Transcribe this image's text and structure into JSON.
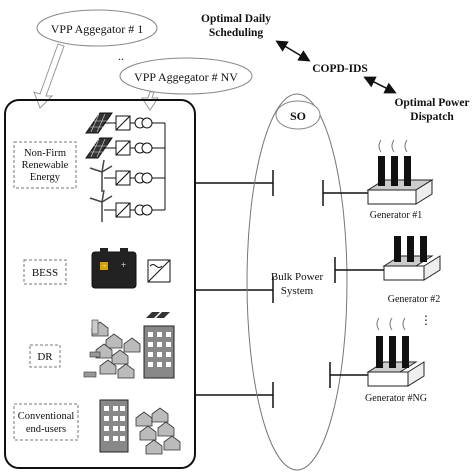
{
  "vpp": {
    "aggregator_1": "VPP Aggegator # 1",
    "aggregator_nv": "VPP Aggegator # NV"
  },
  "resources": {
    "non_firm_renewable": [
      "Non-Firm",
      "Renewable",
      "Energy"
    ],
    "bess": "BESS",
    "dr": "DR",
    "conventional": [
      "Conventional",
      "end-users"
    ]
  },
  "so": {
    "label": "SO",
    "bulk_power_system": [
      "Bulk Power",
      "System"
    ]
  },
  "scheduling": {
    "optimal_daily": [
      "Optimal Daily",
      "Scheduling"
    ],
    "copd_ids": "COPD-IDS",
    "optimal_power": [
      "Optimal Power",
      "Dispatch"
    ]
  },
  "generators": [
    "Generator #1",
    "Generator #2",
    "Generator #NG"
  ],
  "icons": [
    "solar-panel-icon",
    "inverter-icon",
    "transformer-icon",
    "wind-turbine-icon",
    "battery-icon",
    "building-icon",
    "house-icon",
    "car-icon",
    "smokestack-icon"
  ]
}
